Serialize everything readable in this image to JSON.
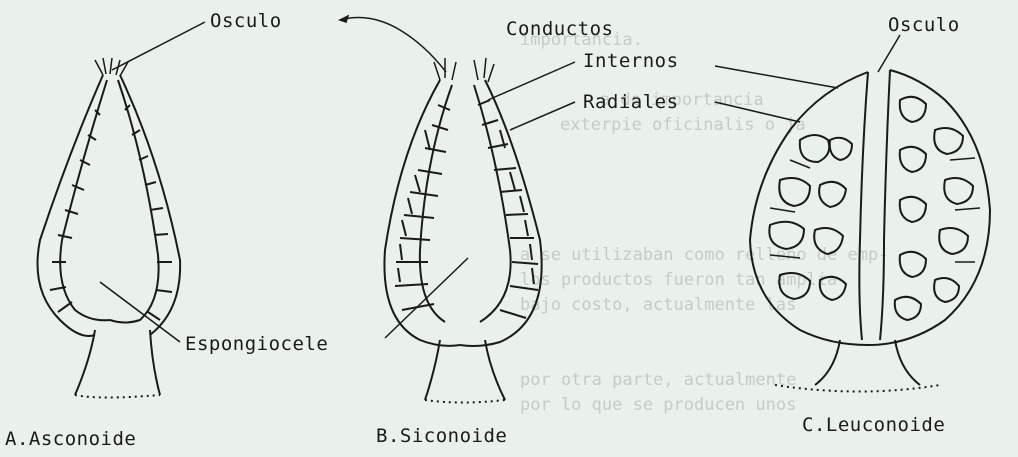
{
  "labels": {
    "osculo_left": "Osculo",
    "conductos": "Conductos",
    "osculo_right": "Osculo",
    "internos": "Internos",
    "radiales": "Radiales",
    "espongiocele": "Espongiocele",
    "caption_a": "A.Asconoide",
    "caption_b": "B.Siconoide",
    "caption_c": "C.Leuconoide"
  }
}
